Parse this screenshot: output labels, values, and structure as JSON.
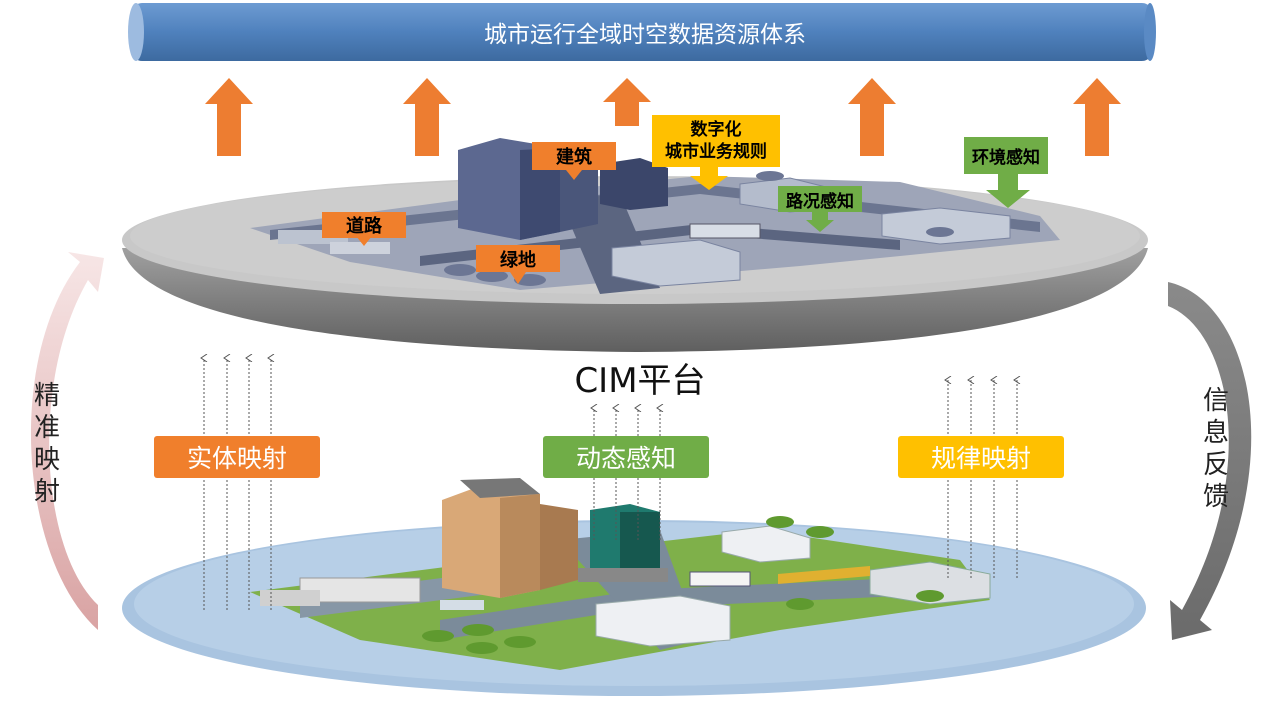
{
  "banner": {
    "title": "城市运行全域时空数据资源体系",
    "color": "#4f81bd"
  },
  "platform": {
    "title": "CIM平台"
  },
  "upper_tags": [
    {
      "text": "建筑",
      "color": "#f07f2c"
    },
    {
      "text": "道路",
      "color": "#f07f2c"
    },
    {
      "text": "绿地",
      "color": "#f07f2c"
    },
    {
      "text": "数字化\n城市业务规则",
      "color": "#ffc000"
    },
    {
      "text": "路况感知",
      "color": "#70ad47"
    },
    {
      "text": "环境感知",
      "color": "#70ad47"
    }
  ],
  "mapping_boxes": [
    {
      "text": "实体映射",
      "color": "#f07f2c"
    },
    {
      "text": "动态感知",
      "color": "#70ad47"
    },
    {
      "text": "规律映射",
      "color": "#ffc000"
    }
  ],
  "left_cycle": {
    "text": "精\n准\n映\n射"
  },
  "right_cycle": {
    "text": "信\n息\n反\n馈"
  },
  "colors": {
    "up_arrow": "#ed7d31",
    "disk_top": "#c8c8c8",
    "disk_bottom": "#6f6f6f",
    "ground": "#a9c4e0"
  }
}
